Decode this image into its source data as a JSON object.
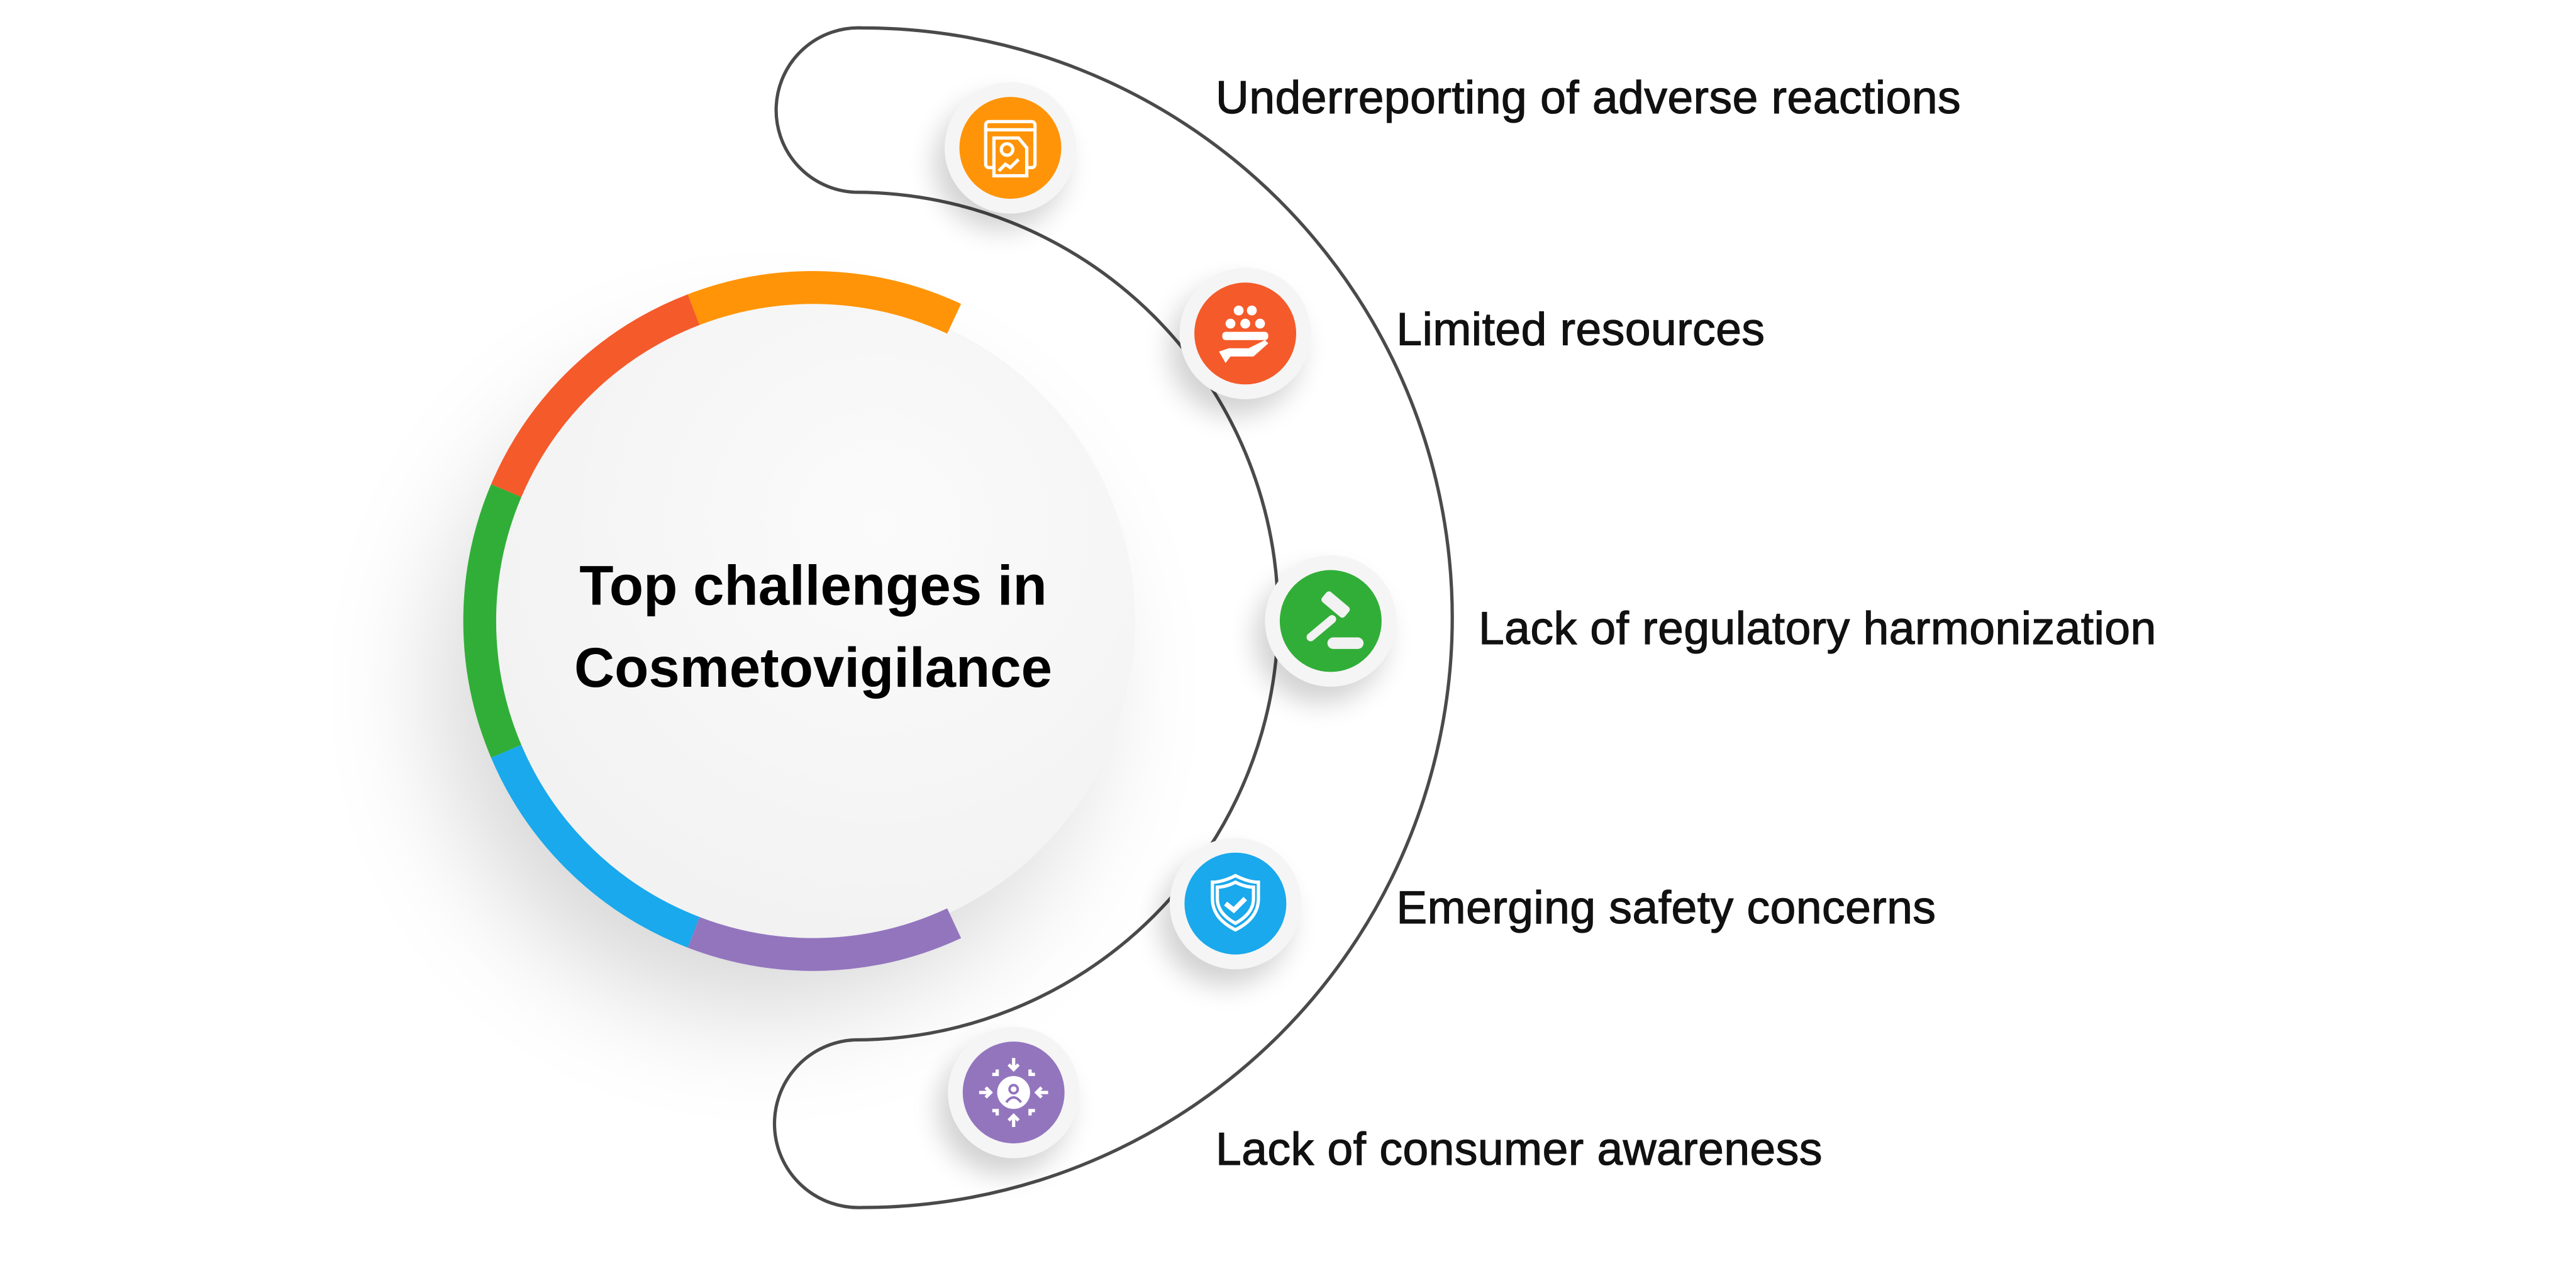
{
  "title_line1": "Top challenges in",
  "title_line2": "Cosmetovigilance",
  "items": [
    {
      "label": "Underreporting of adverse reactions",
      "icon": "report-chart-icon",
      "color": "#FF9408"
    },
    {
      "label": "Limited resources",
      "icon": "people-hand-icon",
      "color": "#F55A2A"
    },
    {
      "label": "Lack of regulatory harmonization",
      "icon": "gavel-icon",
      "color": "#31AE38"
    },
    {
      "label": "Emerging safety concerns",
      "icon": "shield-check-icon",
      "color": "#19A9EC"
    },
    {
      "label": "Lack of consumer awareness",
      "icon": "user-focus-icon",
      "color": "#9375BE"
    }
  ]
}
